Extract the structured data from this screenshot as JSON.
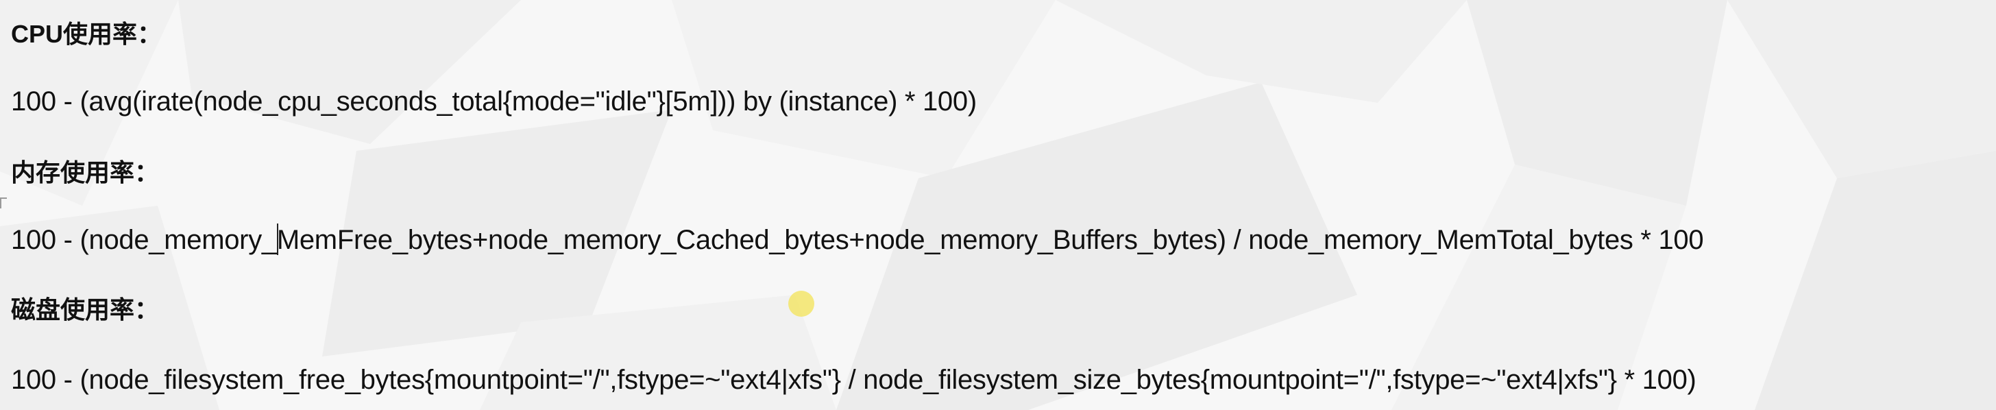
{
  "document": {
    "sections": [
      {
        "heading": "CPU使用率：",
        "formula": "100 - (avg(irate(node_cpu_seconds_total{mode=\"idle\"}[5m]))  by (instance) * 100)"
      },
      {
        "heading": "内存使用率：",
        "formula": "100 - (node_memory_MemFree_bytes+node_memory_Cached_bytes+node_memory_Buffers_bytes)  / node_memory_MemTotal_bytes * 100"
      },
      {
        "heading": "磁盘使用率：",
        "formula": "100 - (node_filesystem_free_bytes{mountpoint=\"/\",fstype=~\"ext4|xfs\"}  / node_filesystem_size_bytes{mountpoint=\"/\",fstype=~\"ext4|xfs\"}  * 100)"
      }
    ]
  },
  "colors": {
    "background": "#f6f6f6",
    "text": "#111111",
    "cursor_highlight": "#f3e56a"
  }
}
